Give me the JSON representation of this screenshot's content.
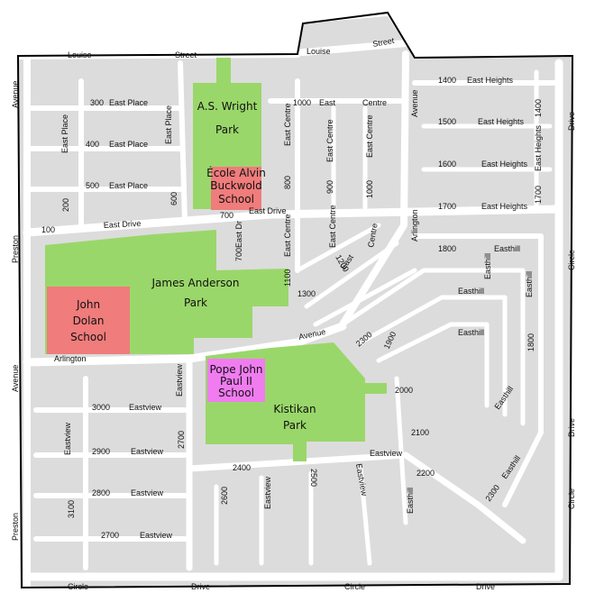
{
  "colors": {
    "block": "#dcdcdc",
    "road": "#ffffff",
    "park": "#9ad76a",
    "school_public": "#f07c7c",
    "school_catholic": "#f07cf0",
    "boundary": "#000000"
  },
  "parks": {
    "as_wright": "A.S. Wright\nPark",
    "james_anderson": "James Anderson\nPark",
    "kistikan": "Kistikan\nPark"
  },
  "schools": {
    "ecole_alvin": "École Alvin\nBuckwold\nSchool",
    "john_dolan": "John\nDolan\nSchool",
    "pope_john": "Pope John\nPaul II\nSchool"
  },
  "streets": {
    "louise": "Louise",
    "street": "Street",
    "avenue": "Avenue",
    "preston": "Preston",
    "east_place": "East Place",
    "east_centre": "East Centre",
    "east": "East",
    "centre": "Centre",
    "east_drive": "East Drive",
    "east_heights": "East Heights",
    "arlington": "Arlington",
    "easthill": "Easthill",
    "eastview": "Eastview",
    "circle": "Circle",
    "drive": "Drive",
    "east_dr": "East Dr"
  },
  "numbers": {
    "n100": "100",
    "n200": "200",
    "n300": "300",
    "n400": "400",
    "n500": "500",
    "n600": "600",
    "n700": "700",
    "n800": "800",
    "n900": "900",
    "n1000": "1000",
    "n1100": "1100",
    "n1200": "1200",
    "n1300": "1300",
    "n1400": "1400",
    "n1500": "1500",
    "n1600": "1600",
    "n1700": "1700",
    "n1800": "1800",
    "n1900": "1900",
    "n2000": "2000",
    "n2100": "2100",
    "n2200": "2200",
    "n2300": "2300",
    "n2400": "2400",
    "n2500": "2500",
    "n2600": "2600",
    "n2700": "2700",
    "n2800": "2800",
    "n2900": "2900",
    "n3000": "3000",
    "n3100": "3100"
  }
}
